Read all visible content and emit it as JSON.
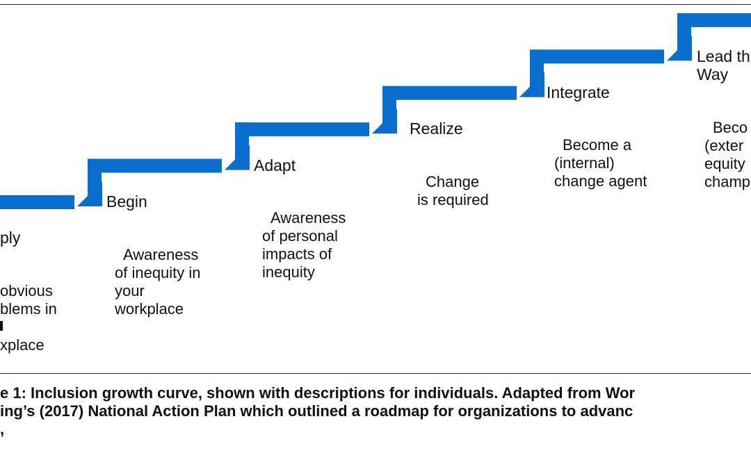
{
  "colors": {
    "step": "#0a6ecf",
    "text": "#111111",
    "rule": "#222222"
  },
  "stages": [
    {
      "title": "ply",
      "desc": [
        "obvious",
        "blems in",
        "",
        "xplace"
      ]
    },
    {
      "title": "Begin",
      "desc": [
        "Awareness",
        "of inequity in",
        "your",
        "workplace"
      ]
    },
    {
      "title": "Adapt",
      "desc": [
        "Awareness",
        "of personal",
        "impacts of",
        "inequity"
      ]
    },
    {
      "title": "Realize",
      "desc": [
        "Change",
        "is required"
      ]
    },
    {
      "title": "Integrate",
      "desc": [
        "Become a",
        "(internal)",
        "change agent"
      ]
    },
    {
      "title": "Lead th Way",
      "title_lines": [
        "Lead th",
        "Way"
      ],
      "desc": [
        "Beco",
        "(exter",
        "equity",
        "champ"
      ]
    }
  ],
  "caption": [
    "e 1: Inclusion growth curve, shown with descriptions for individuals. Adapted from Wor",
    "ing’s (2017) National Action Plan which outlined a roadmap for organizations to advanc",
    ","
  ]
}
